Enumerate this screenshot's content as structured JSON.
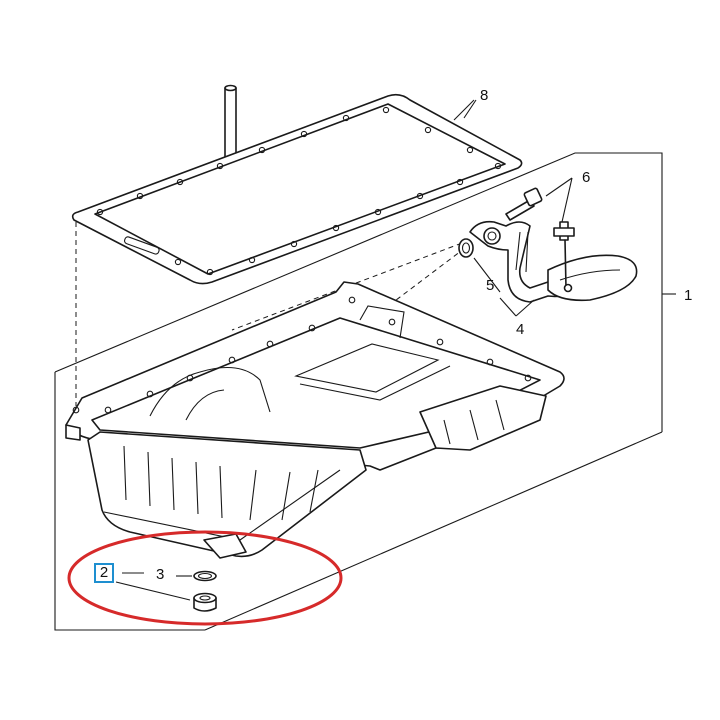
{
  "diagram": {
    "callouts": [
      {
        "id": "1",
        "label": "1"
      },
      {
        "id": "3",
        "label": "3"
      },
      {
        "id": "4",
        "label": "4"
      },
      {
        "id": "5",
        "label": "5"
      },
      {
        "id": "6",
        "label": "6"
      },
      {
        "id": "8",
        "label": "8"
      }
    ],
    "highlighted_callout": {
      "label": "2",
      "box_color": "#1e8fd0"
    },
    "highlight_ellipse_color": "#d62a2a",
    "line_color": "#1a1a1a"
  }
}
